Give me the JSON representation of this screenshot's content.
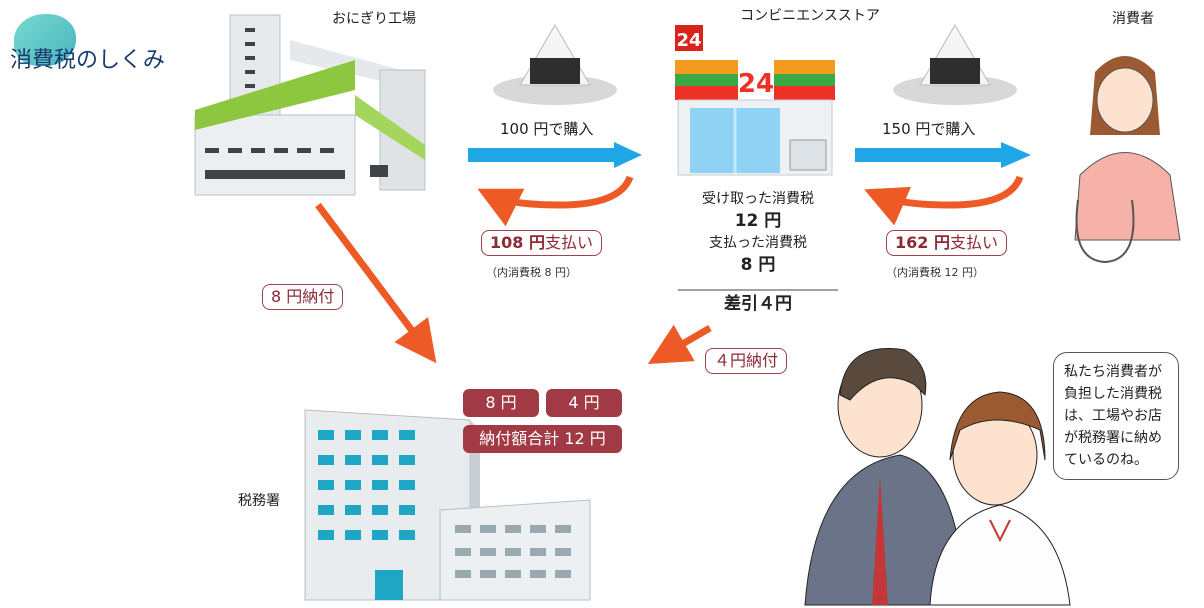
{
  "title": "消費税のしくみ",
  "nodes": {
    "factory": "おにぎり工場",
    "store": "コンビニエンスストア",
    "consumer": "消費者",
    "tax_office": "税務署"
  },
  "store_logo": "24",
  "transactions": {
    "factory_to_store": {
      "purchase": "100 円で購入",
      "payment_amount": "108 円",
      "payment_word": "支払い",
      "note": "（内消費税 8 円）"
    },
    "store_to_consumer": {
      "purchase": "150 円で購入",
      "payment_amount": "162 円",
      "payment_word": "支払い",
      "note": "（内消費税 12 円）"
    }
  },
  "store_tax": {
    "received_label": "受け取った消費税",
    "received_value": "12 円",
    "paid_label": "支払った消費税",
    "paid_value": "8 円",
    "diff": "差引４円"
  },
  "payments": {
    "factory_payment": "8 円納付",
    "store_payment": "４円納付"
  },
  "totals": {
    "factory_amount": "8 円",
    "store_amount": "4 円",
    "total": "納付額合計 12 円"
  },
  "speech_bubble": "私たち消費者が負担した消費税は、工場やお店が税務署に納めているのね。",
  "colors": {
    "blue_arrow": "#1fa6e6",
    "orange_arrow": "#ee5a26",
    "label_border": "#a0414b",
    "pill_fill": "#a23a45"
  }
}
